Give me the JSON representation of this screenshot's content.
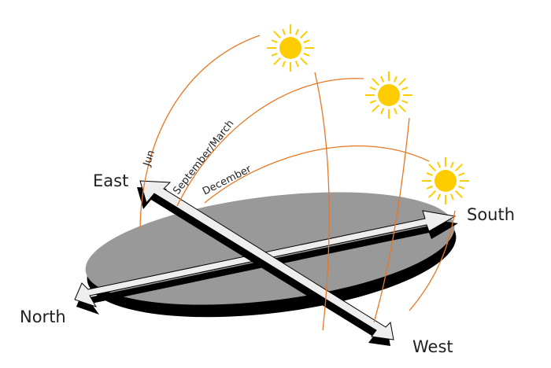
{
  "directions": {
    "east": "East",
    "west": "West",
    "north": "North",
    "south": "South"
  },
  "paths": [
    {
      "label": "Jun"
    },
    {
      "label": "September/March"
    },
    {
      "label": "December"
    }
  ],
  "colors": {
    "sun": "#ffcc00",
    "path": "#e87722",
    "disk": "#999999",
    "arrow": "#eeeeee"
  }
}
